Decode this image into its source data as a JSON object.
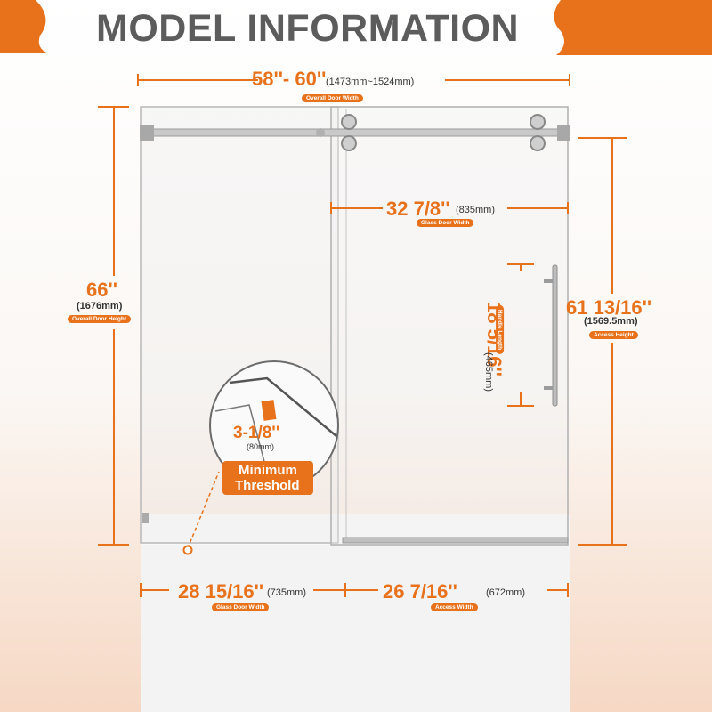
{
  "title": "MODEL INFORMATION",
  "colors": {
    "accent": "#e8721c",
    "title_gray": "#5c5c5c",
    "tub": "#f2f2f2"
  },
  "dimensions": {
    "overall_width": {
      "value": "58''- 60''",
      "mm": "(1473mm~1524mm)",
      "label": "Overall Door Width"
    },
    "glass_width_top": {
      "value": "32 7/8''",
      "mm": "(835mm)",
      "label": "Glass Door Width"
    },
    "overall_height": {
      "value": "66''",
      "mm": "(1676mm)",
      "label": "Overall Door Height"
    },
    "access_height": {
      "value": "61 13/16''",
      "mm": "(1569.5mm)",
      "label": "Access Height"
    },
    "handle_length": {
      "value": "18 5/16''",
      "mm": "(465mm)",
      "label": "Handle Length"
    },
    "threshold": {
      "value": "3-1/8''",
      "mm": "(80mm)",
      "label_line1": "Minimum",
      "label_line2": "Threshold"
    },
    "glass_width_bottom": {
      "value": "28 15/16''",
      "mm": "(735mm)",
      "label": "Glass Door Width"
    },
    "access_width": {
      "value": "26 7/16''",
      "mm": "(672mm)",
      "label": "Access Width"
    }
  }
}
